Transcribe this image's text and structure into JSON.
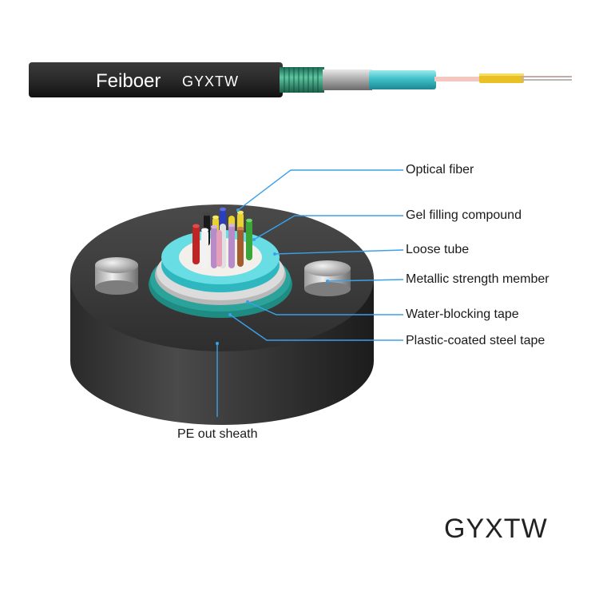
{
  "cable": {
    "brand": "Feiboer",
    "model": "GYXTW"
  },
  "labels": [
    {
      "id": "optical-fiber",
      "text": "Optical fiber"
    },
    {
      "id": "gel-filling-compound",
      "text": "Gel filling compound"
    },
    {
      "id": "loose-tube",
      "text": "Loose tube"
    },
    {
      "id": "metallic-strength-member",
      "text": "Metallic strength member"
    },
    {
      "id": "water-blocking-tape",
      "text": "Water-blocking tape"
    },
    {
      "id": "plastic-coated-steel-tape",
      "text": "Plastic-coated steel tape"
    },
    {
      "id": "pe-out-sheath",
      "text": "PE out sheath"
    }
  ],
  "model_caption": "GYXTW",
  "colors": {
    "sheath": "#2c2c2c",
    "loose_tube": "#5fd3dc",
    "water_blocking_tape": "#1e8a83",
    "leader_line": "#3aa0e8"
  },
  "fiber_colors": [
    "#c02525",
    "#1a1a1a",
    "#f2f2f2",
    "#e8d230",
    "#2a3fbf",
    "#b68cc8",
    "#d9a88a",
    "#3aa637",
    "#a45c2c",
    "#7fb8d8",
    "#e0e0e0",
    "#e6a0b8"
  ]
}
